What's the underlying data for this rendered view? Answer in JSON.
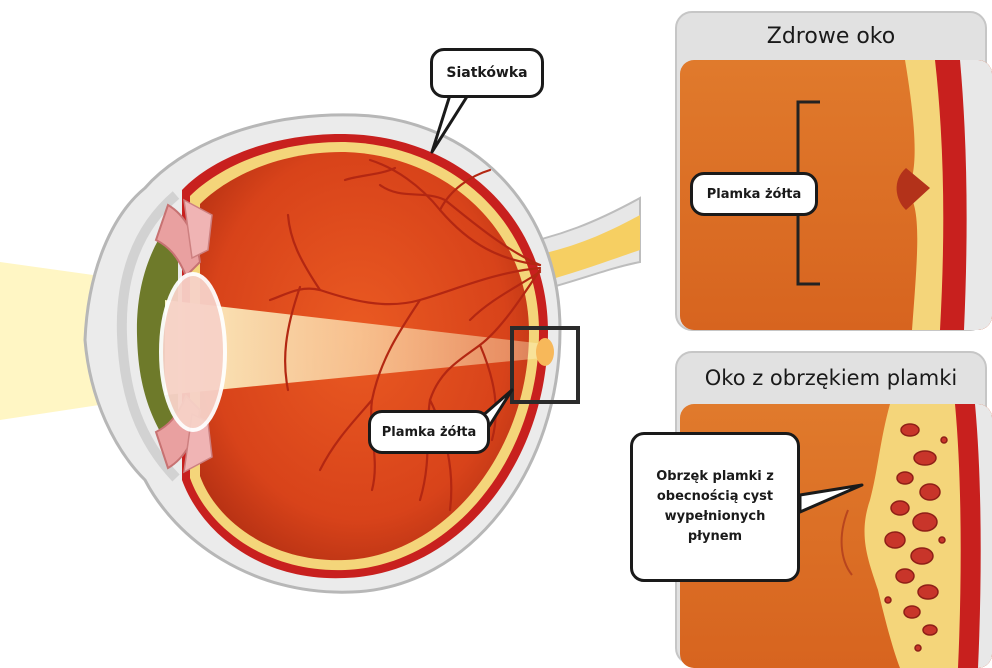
{
  "labels": {
    "retina": "Siatkówka",
    "macula_main": "Plamka żółta",
    "macula_healthy": "Plamka żółta",
    "edema_note": "Obrzęk plamki z obecnością cyst wypełnionych płynem"
  },
  "panels": {
    "healthy_title": "Zdrowe oko",
    "edema_title": "Oko z obrzękiem plamki"
  },
  "colors": {
    "eyeball": "#d9461a",
    "eyeball_dark": "#b43012",
    "retina_yellow": "#f4d57a",
    "choroid_red": "#c8201e",
    "sclera": "#e8e8e8",
    "panel_bg": "#e0e0e0",
    "light_beam": "#fff4c2",
    "vessel": "#b32712"
  }
}
